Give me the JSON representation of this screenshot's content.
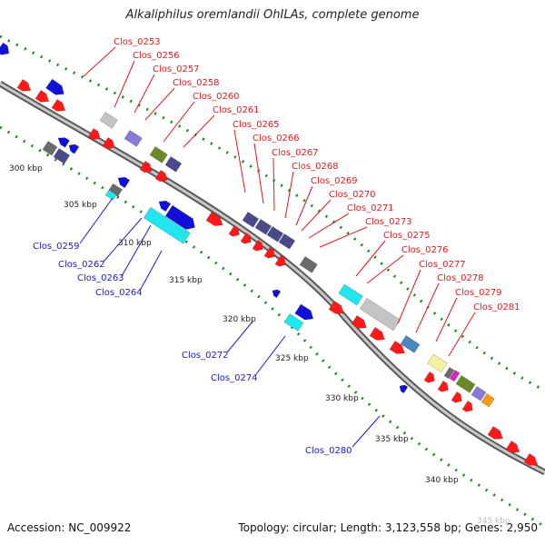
{
  "title": "Alkaliphilus oremlandii OhILAs, complete genome",
  "footer": {
    "accession": "Accession: NC_009922",
    "topology": "Topology: circular; Length: 3,123,558 bp; Genes: 2,950"
  },
  "colors": {
    "forward_label": "#e31a1c",
    "reverse_label": "#1a1ac8",
    "backbone": "#8c8c8c",
    "tick": "#1a8a1a",
    "forward_cds": "#ff0000",
    "reverse_cds": "#0000e0"
  },
  "scale_labels": [
    "300 kbp",
    "305 kbp",
    "310 kbp",
    "315 kbp",
    "320 kbp",
    "325 kbp",
    "330 kbp",
    "335 kbp",
    "340 kbp",
    "345 kbp"
  ],
  "forward_labels": [
    "Clos_0253",
    "Clos_0256",
    "Clos_0257",
    "Clos_0258",
    "Clos_0260",
    "Clos_0261",
    "Clos_0265",
    "Clos_0266",
    "Clos_0267",
    "Clos_0268",
    "Clos_0269",
    "Clos_0270",
    "Clos_0271",
    "Clos_0273",
    "Clos_0275",
    "Clos_0276",
    "Clos_0277",
    "Clos_0278",
    "Clos_0279",
    "Clos_0281"
  ],
  "reverse_labels": [
    "Clos_0259",
    "Clos_0262",
    "Clos_0263",
    "Clos_0264",
    "Clos_0272",
    "Clos_0274",
    "Clos_0280"
  ]
}
